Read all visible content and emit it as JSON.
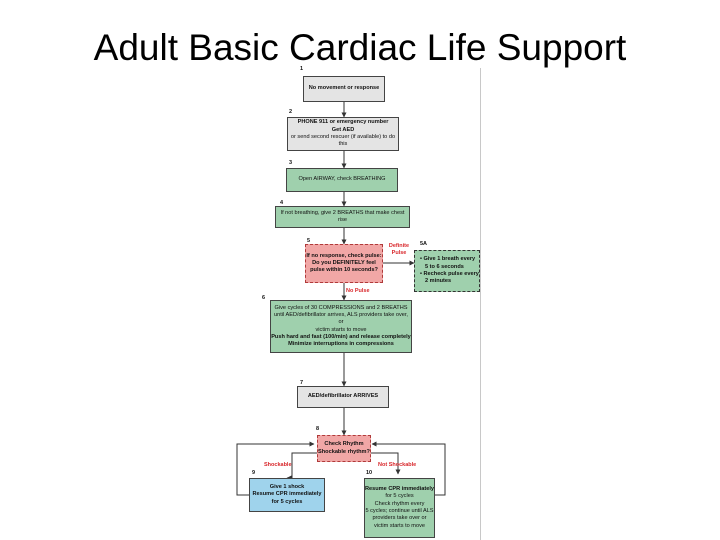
{
  "title": "Adult Basic Cardiac Life Support",
  "steps": {
    "s1": {
      "num": "1",
      "lines": [
        "No movement or response"
      ]
    },
    "s2": {
      "num": "2",
      "lines": [
        "PHONE 911 or emergency number",
        "Get AED",
        "or send second rescuer (if available) to do this"
      ]
    },
    "s3": {
      "num": "3",
      "lines": [
        "Open AIRWAY, check BREATHING"
      ]
    },
    "s4": {
      "num": "4",
      "lines": [
        "If not breathing, give 2 BREATHS that make chest rise"
      ]
    },
    "s5": {
      "num": "5",
      "lines": [
        "If no response, check pulse:",
        "Do you DEFINITELY feel",
        "pulse within 10 seconds?"
      ]
    },
    "s5a": {
      "num": "5A",
      "lines": [
        "• Give 1 breath every",
        "5 to 6 seconds",
        "• Recheck pulse every",
        "2 minutes"
      ]
    },
    "s6": {
      "num": "6",
      "lines": [
        "Give cycles of 30 COMPRESSIONS and 2 BREATHS",
        "until AED/defibrillator arrives, ALS providers take over, or",
        "victim starts to move",
        "Push hard and fast (100/min) and release completely",
        "Minimize interruptions in compressions"
      ]
    },
    "s7": {
      "num": "7",
      "lines": [
        "AED/defibrillator ARRIVES"
      ]
    },
    "s8": {
      "num": "8",
      "lines": [
        "Check Rhythm",
        "Shockable rhythm?"
      ]
    },
    "s9": {
      "num": "9",
      "lines": [
        "Give 1 shock",
        "Resume CPR immediately",
        "for 5 cycles"
      ]
    },
    "s10": {
      "num": "10",
      "lines": [
        "Resume CPR immediately",
        "for 5 cycles",
        "Check rhythm every",
        "5 cycles; continue until ALS",
        "providers take over or",
        "victim starts to move"
      ]
    }
  },
  "labels": {
    "definite_pulse": [
      "Definite",
      "Pulse"
    ],
    "no_pulse": "No Pulse",
    "shockable": "Shockable",
    "not_shockable": "Not Shockable"
  },
  "colors": {
    "gray_box": "#e4e4e4",
    "green_box": "#9fd0ad",
    "pink_box": "#f1a7a6",
    "blue_box": "#9fd3ec",
    "red_label": "#d8262a",
    "arrow": "#333333"
  }
}
